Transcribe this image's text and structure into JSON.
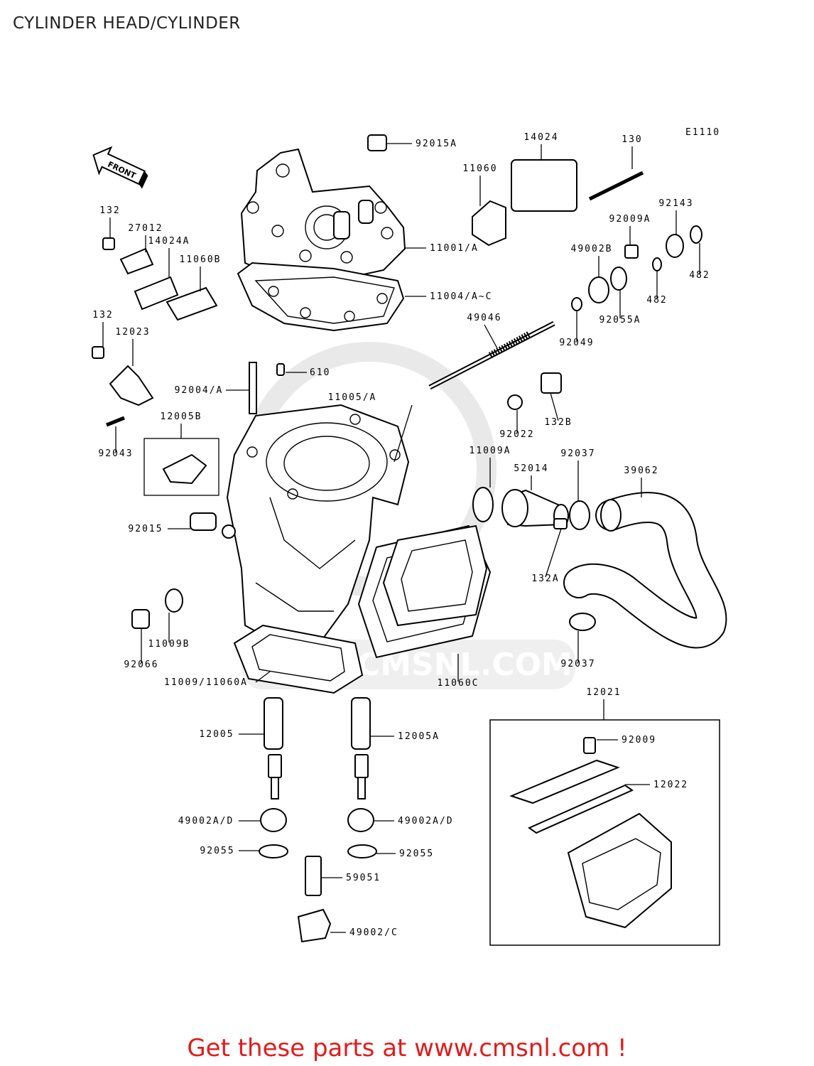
{
  "title": "CYLINDER HEAD/CYLINDER",
  "figure_code": "E1110",
  "front_arrow_label": "FRONT",
  "footer": "Get these parts at www.cmsnl.com !",
  "watermark": "WWW.CMSNL.COM",
  "colors": {
    "footer_text": "#e21b1b",
    "line": "#000000"
  },
  "callouts": [
    "92015A",
    "14024",
    "130",
    "11060",
    "132",
    "27012",
    "14024A",
    "11060B",
    "11001/A",
    "92009A",
    "92143",
    "49002B",
    "482",
    "482",
    "11004/A~C",
    "92055A",
    "49046",
    "92049",
    "132",
    "12023",
    "610",
    "92004/A",
    "11005/A",
    "12005B",
    "132B",
    "92043",
    "92022",
    "11009A",
    "92037",
    "52014",
    "39062",
    "92015",
    "132A",
    "11009B",
    "92066",
    "11060C",
    "92037",
    "11009/11060A",
    "12021",
    "12005",
    "12005A",
    "92009",
    "12022",
    "49002A/D",
    "49002A/D",
    "92055",
    "92055",
    "59051",
    "49002/C"
  ]
}
